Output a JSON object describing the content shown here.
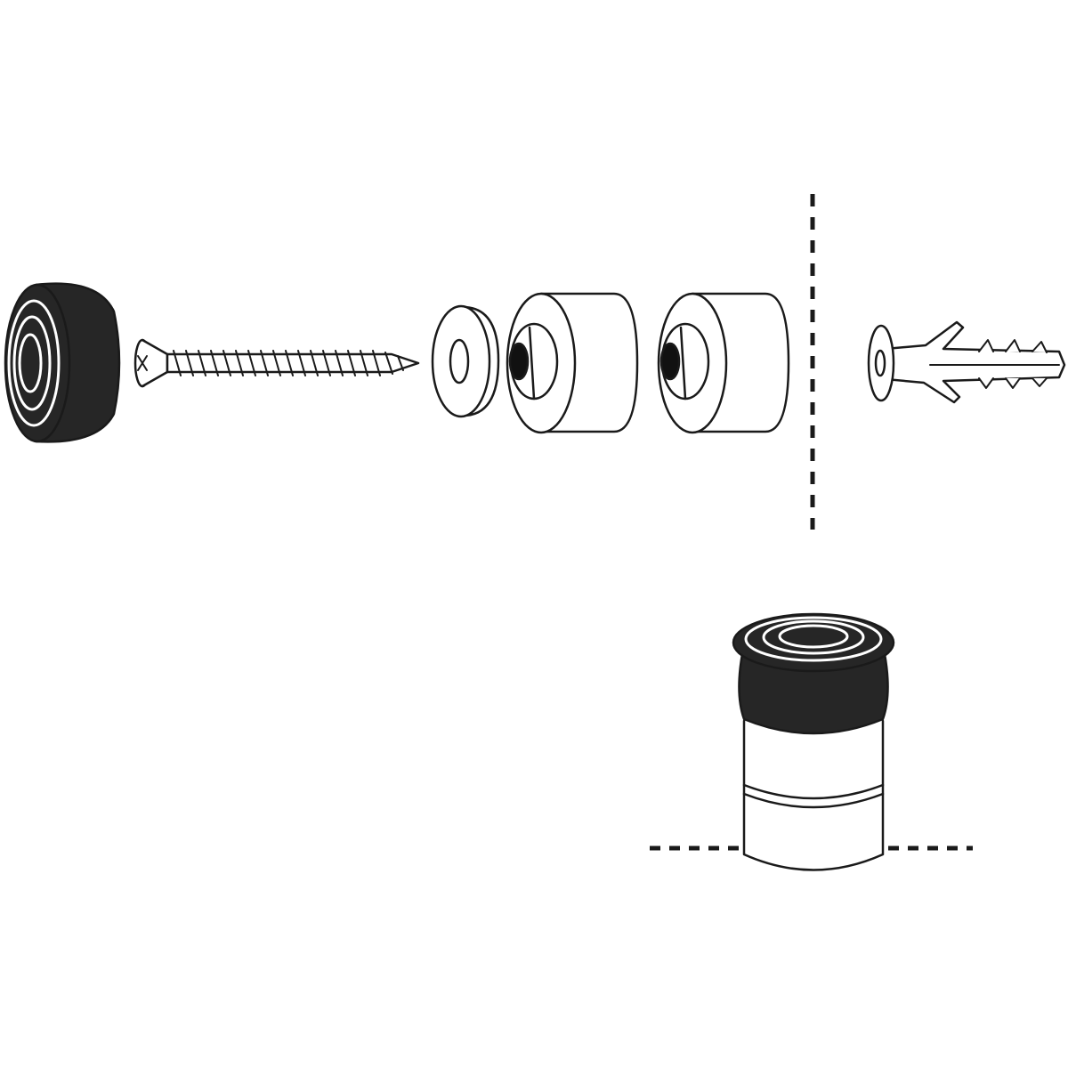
{
  "diagram": {
    "type": "exploded-assembly-view",
    "parts": [
      "rubber-bumper-cap",
      "countersunk-screw",
      "washer",
      "spacer",
      "spacer",
      "wall-plug"
    ],
    "colors": {
      "line": "#1a1a1a",
      "fill": "#ffffff",
      "rubber": "#262626"
    }
  }
}
